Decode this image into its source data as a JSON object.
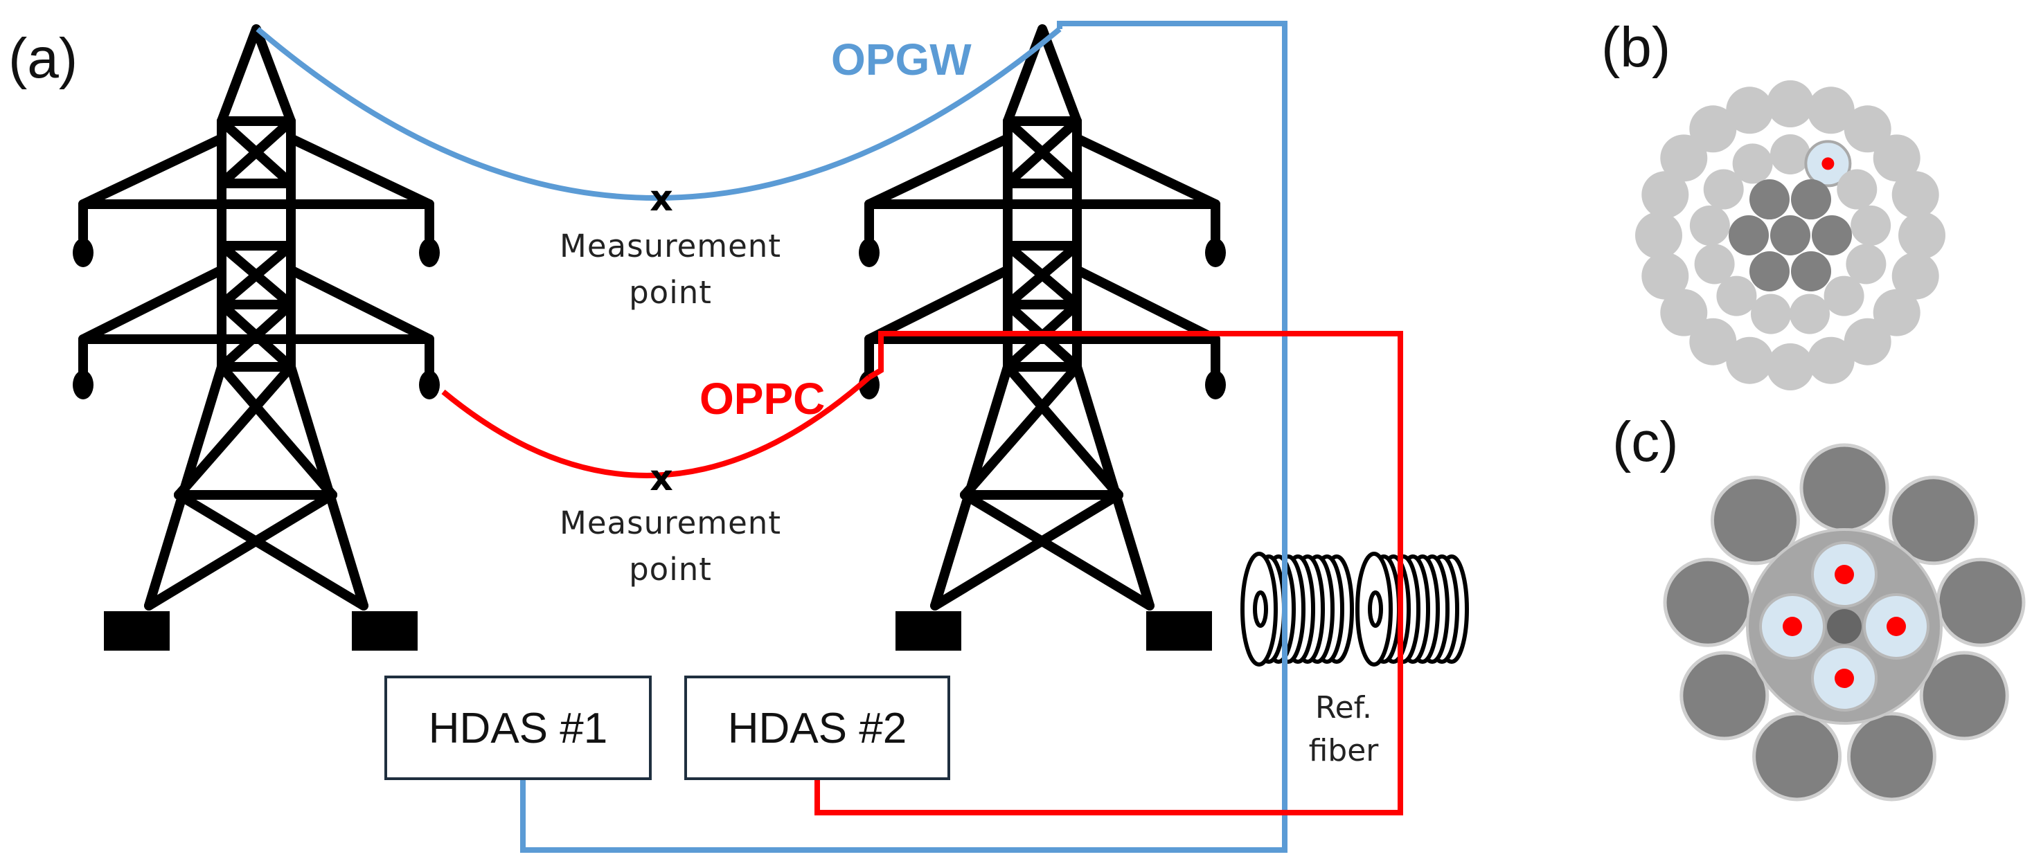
{
  "panels": {
    "a": "(a)",
    "b": "(b)",
    "c": "(c)"
  },
  "cables": {
    "opgw": {
      "label": "OPGW",
      "color": "#5b9bd5"
    },
    "oppc": {
      "label": "OPPC",
      "color": "#ff0000"
    }
  },
  "measurement_point": {
    "marker": "x",
    "line1": "Measurement",
    "line2": "point"
  },
  "interrogators": {
    "hdas1": "HDAS #1",
    "hdas2": "HDAS #2"
  },
  "reference": {
    "line1": "Ref.",
    "line2": "fiber"
  },
  "colors": {
    "tower": "#000000",
    "strand_light": "#c8c8c8",
    "strand_dark": "#808080",
    "fiber_tube": "#d6e6f2",
    "fiber_core": "#ff0000"
  }
}
